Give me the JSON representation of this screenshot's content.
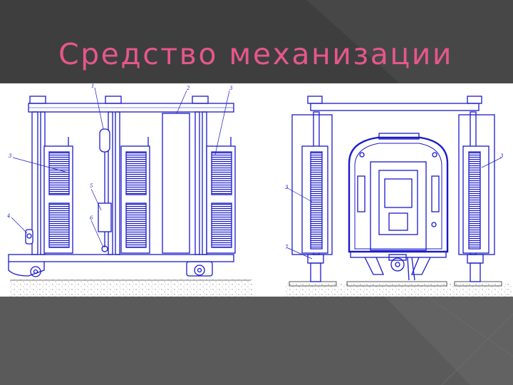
{
  "slide": {
    "title": "Средство механизации"
  },
  "drawing": {
    "line_color": "#1a1acc",
    "ground_color": "#888888",
    "side_view_callouts": [
      "1",
      "2",
      "3",
      "3",
      "4",
      "5",
      "6"
    ],
    "end_view_callouts": [
      "3",
      "3",
      "7"
    ]
  },
  "colors": {
    "background": "#4a4a4a",
    "title": "#e5578a",
    "drawing_background": "#ffffff"
  }
}
